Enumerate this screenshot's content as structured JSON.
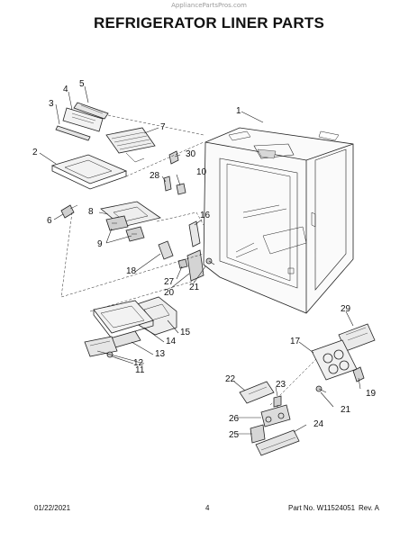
{
  "watermark": "AppliancePartsPros.com",
  "title": "REFRIGERATOR LINER PARTS",
  "callouts": [
    "1",
    "2",
    "3",
    "4",
    "5",
    "6",
    "7",
    "8",
    "9",
    "10",
    "11",
    "12",
    "13",
    "14",
    "15",
    "16",
    "17",
    "18",
    "19",
    "20",
    "21",
    "21",
    "22",
    "23",
    "24",
    "25",
    "26",
    "27",
    "28",
    "29",
    "30"
  ],
  "footer": {
    "date": "01/22/2021",
    "page": "4",
    "part": "Part No. W11524051",
    "rev": "Rev. A"
  }
}
